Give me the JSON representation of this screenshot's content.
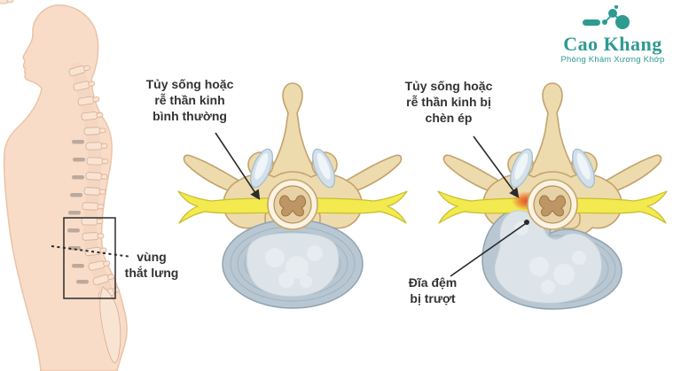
{
  "logo": {
    "title": "Cao Khang",
    "subtitle": "Phòng Khám Xương Khớp",
    "icon": "molecule-icon",
    "accent_color": "#2E9B91"
  },
  "figure": {
    "body_label": "vùng\nthắt lưng",
    "callout_normal": "Tủy sống hoặc\nrễ thần kinh\nbình thường",
    "callout_compressed": "Tủy sống hoặc\nrễ thần kinh bị\nchèn ép",
    "callout_slipped_disc": "Đĩa đệm\nbị trượt"
  },
  "colors": {
    "skin": "#F8DCC8",
    "skin_outline": "#EBC3A7",
    "bone": "#EDDBAE",
    "bone_outline": "#C4A26D",
    "facet": "#D3E0EA",
    "nerve_yellow": "#F2EA4F",
    "disc_annulus": "#B9C7D2",
    "disc_nucleus": "#DCE3E9",
    "cord": "#E7D2A7",
    "gray_matter": "#BE9565",
    "compression_red": "#E04F35",
    "text": "#333333"
  }
}
